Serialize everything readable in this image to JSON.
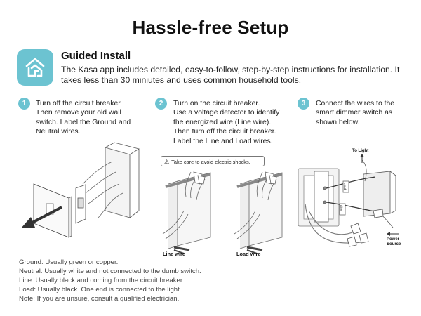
{
  "page": {
    "title": "Hassle-free Setup"
  },
  "guided": {
    "heading": "Guided Install",
    "description": "The Kasa app includes detailed, easy-to-follow, step-by-step instructions for installation. It takes less than 30 miniutes and uses common household tools."
  },
  "steps": [
    {
      "number": "1",
      "lines": [
        "Turn off the circuit breaker.",
        "Then remove your old wall",
        "switch. Label the Ground and",
        "Neutral wires."
      ]
    },
    {
      "number": "2",
      "lines": [
        "Turn on the circuit breaker.",
        "Use a voltage detector to identify",
        "the energized wire (Line wire).",
        "Then turn off the circuit breaker.",
        "Label the Line and Load wires."
      ]
    },
    {
      "number": "3",
      "lines": [
        "Connect the wires to the",
        "smart dimmer switch as",
        "shown below."
      ]
    }
  ],
  "warning": "Take care to avoid electric shocks.",
  "diagram_labels": {
    "line_wire": "Line wire",
    "load_wire": "Load wire",
    "to_light": "To Light",
    "power_source_1": "Power",
    "power_source_2": "Source",
    "tag_load": "Load",
    "tag_line": "Line"
  },
  "notes": [
    "Ground: Usually green or copper.",
    "Neutral: Usually white and not connected to the dumb switch.",
    "Line: Usually black and coming from the circuit breaker.",
    "Load: Usually black. One end is connected to the light.",
    "Note: If you are unsure, consult a qualified electrician."
  ],
  "colors": {
    "accent": "#6cc3d1",
    "text": "#222222"
  },
  "icons": {
    "app": "kasa-house-icon",
    "warning": "warning-triangle-icon"
  }
}
